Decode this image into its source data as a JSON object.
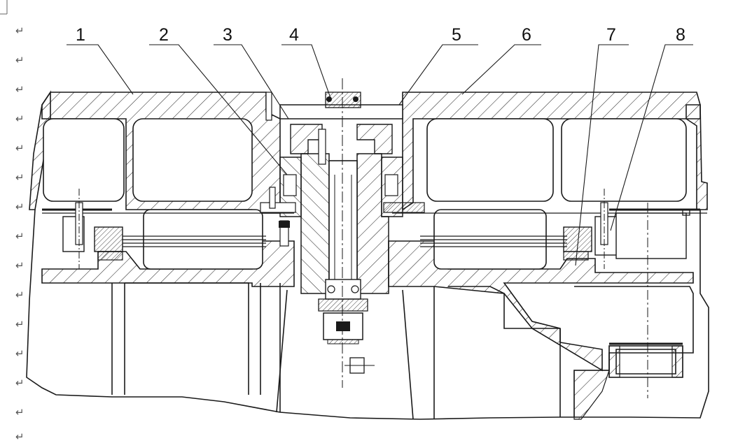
{
  "figure": {
    "callouts": [
      {
        "id": "1",
        "label": "1"
      },
      {
        "id": "2",
        "label": "2"
      },
      {
        "id": "3",
        "label": "3"
      },
      {
        "id": "4",
        "label": "4"
      },
      {
        "id": "5",
        "label": "5"
      },
      {
        "id": "6",
        "label": "6"
      },
      {
        "id": "7",
        "label": "7"
      },
      {
        "id": "8",
        "label": "8"
      }
    ],
    "paragraph_mark": "↵"
  },
  "colors": {
    "line": "#1a1a1a",
    "hatch": "#2a2a2a",
    "background": "#ffffff",
    "margin_mark": "#666666"
  }
}
